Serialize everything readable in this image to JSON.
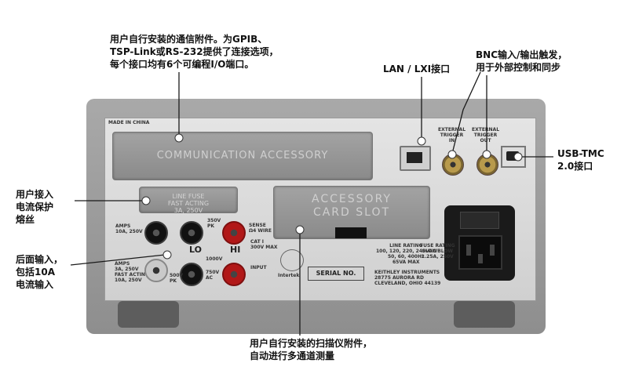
{
  "annotations": {
    "comm_accessory": [
      "用户自行安装的通信附件。为GPIB、",
      "TSP-Link或RS-232提供了连接选项，",
      "每个接口均有6个可编程I/O端口。"
    ],
    "lan": [
      "LAN / LXI接口"
    ],
    "bnc": [
      "BNC输入/输出触发，",
      "用于外部控制和同步"
    ],
    "fuse": [
      "用户接入",
      "电流保护",
      "熔丝"
    ],
    "rear_input": [
      "后面输入，",
      "包括10A",
      "电流输入"
    ],
    "usb": [
      "USB-TMC",
      "2.0接口"
    ],
    "scanner": [
      "用户自行安装的扫描仪附件，",
      "自动进行多通道测量"
    ]
  },
  "panel": {
    "made_in": "MADE IN CHINA",
    "comm_plate": "COMMUNICATION ACCESSORY",
    "card_plate": [
      "ACCESSORY",
      "CARD SLOT"
    ],
    "fuse_plate": [
      "LINE FUSE",
      "FAST ACTING",
      "3A, 250V"
    ],
    "ext_trig_in": [
      "EXTERNAL",
      "TRIGGER",
      "IN"
    ],
    "ext_trig_out": [
      "EXTERNAL",
      "TRIGGER",
      "OUT"
    ],
    "amps_10a": [
      "AMPS",
      "10A, 250V"
    ],
    "amps_3a": [
      "AMPS",
      "3A, 250V",
      "FAST ACTING",
      "10A, 250V"
    ],
    "lo_label": "LO",
    "hi_label": "HI",
    "sense_label": [
      "SENSE",
      "Ω4 WIRE"
    ],
    "input_label": "INPUT",
    "cat": [
      "CAT I",
      "300V MAX"
    ],
    "v350pk": [
      "350V",
      "PK"
    ],
    "v1000": "1000V",
    "v750ac": [
      "750V",
      "AC"
    ],
    "v500pk": [
      "500V",
      "PK"
    ],
    "serial": "SERIAL NO.",
    "intertek": "Intertek",
    "line_rating": [
      "LINE RATING",
      "100, 120, 220, 240VAC",
      "50, 60, 400Hz",
      "65VA MAX"
    ],
    "fuse_rating": [
      "FUSE RATING",
      "SLOWBLOW",
      "1.25A, 250V"
    ],
    "maker": [
      "KEITHLEY INSTRUMENTS",
      "28775 AURORA RD",
      "CLEVELAND, OHIO 44139"
    ]
  },
  "colors": {
    "panel": "#d9d9d9",
    "frame": "#9b9b9b",
    "jack_red": "#b11818",
    "jack_black": "#111111",
    "leader": "#1a1a1a",
    "marker": "#ffffff"
  }
}
